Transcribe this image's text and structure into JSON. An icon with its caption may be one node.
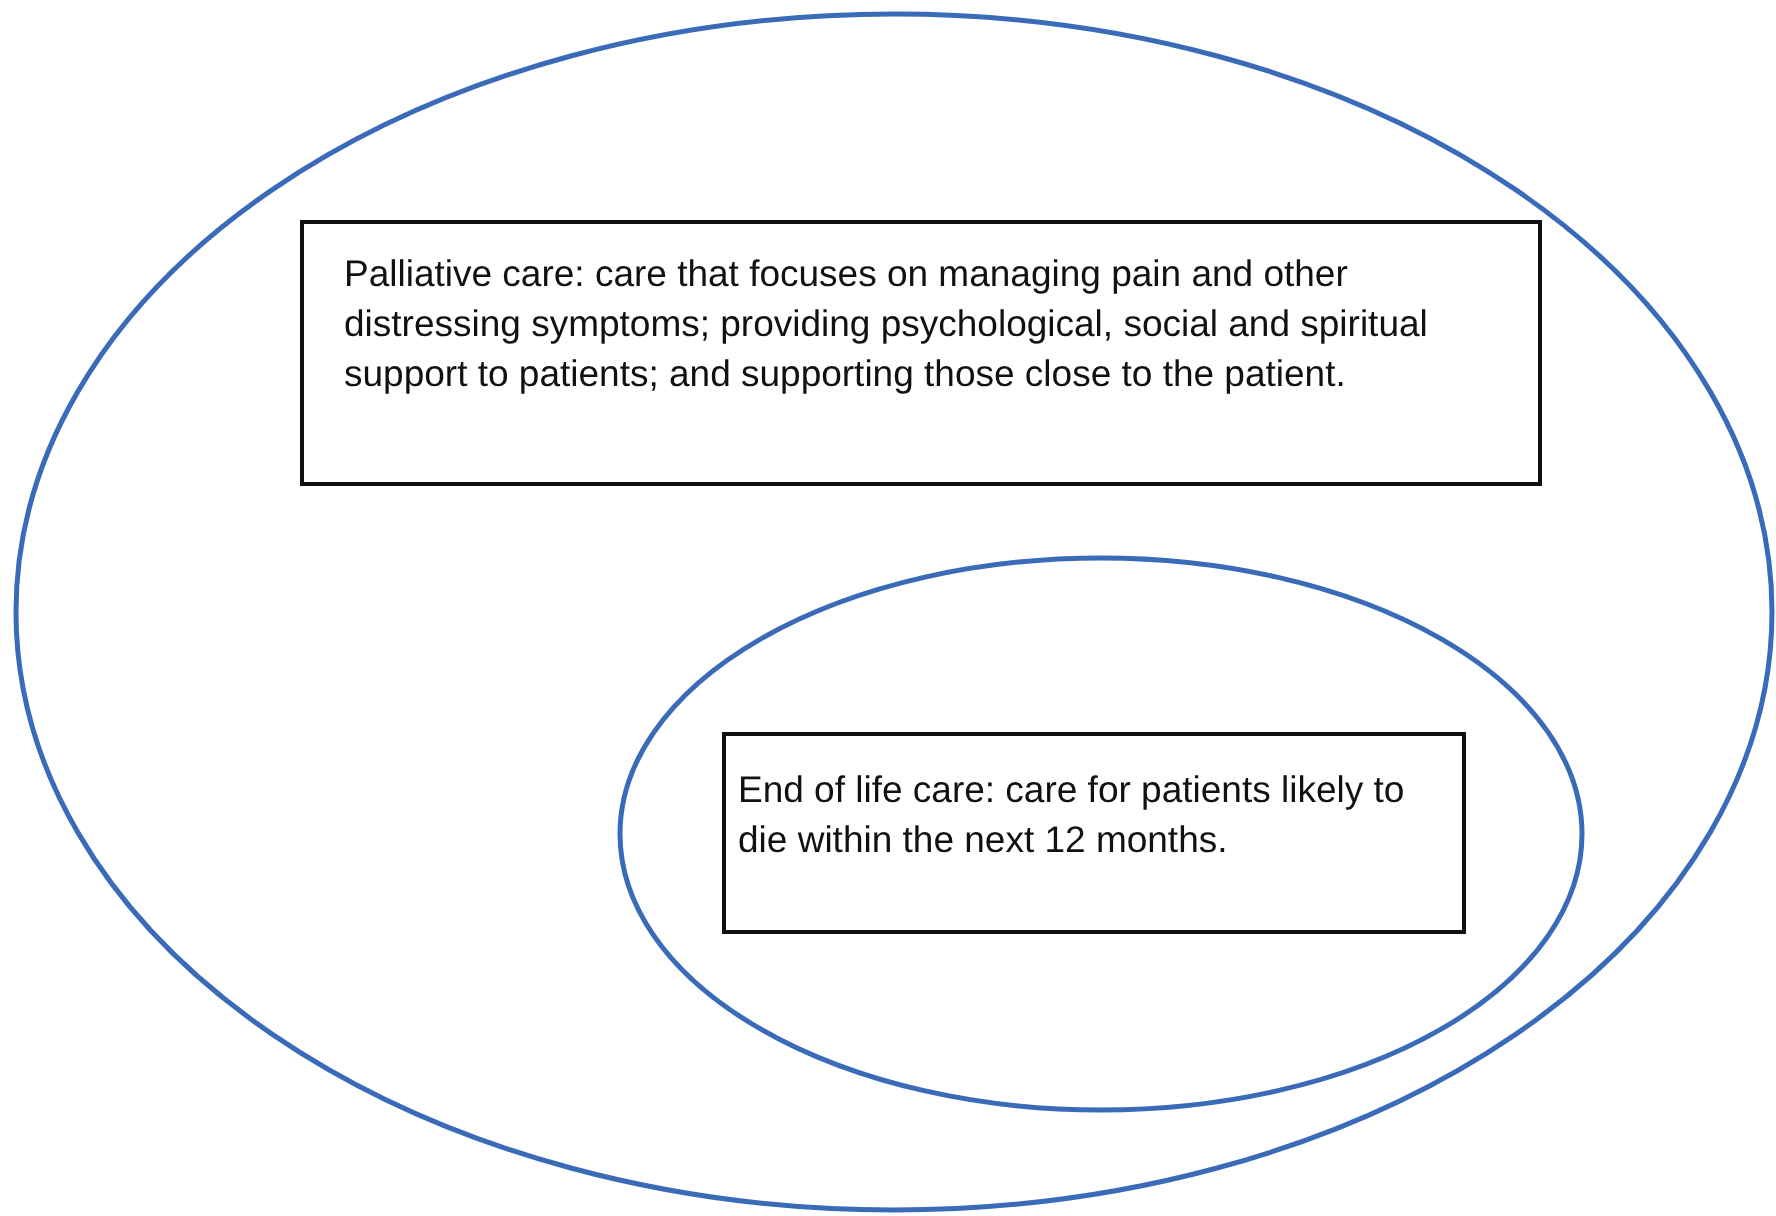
{
  "diagram": {
    "nodes": [
      {
        "text": [],
        "shape": "ellipse"
      },
      {
        "text": [
          "Palliative care: care that focuses on managing pain and other distressing symptoms; providing psychological, social and spiritual support to patients; and supporting those close to the patient."
        ],
        "in": 0
      },
      {
        "text": [],
        "shape": "ellipse",
        "in": 0
      },
      {
        "text": [
          "End of life care: care for patients likely to die within the next 12 months."
        ],
        "in": 2
      }
    ]
  }
}
